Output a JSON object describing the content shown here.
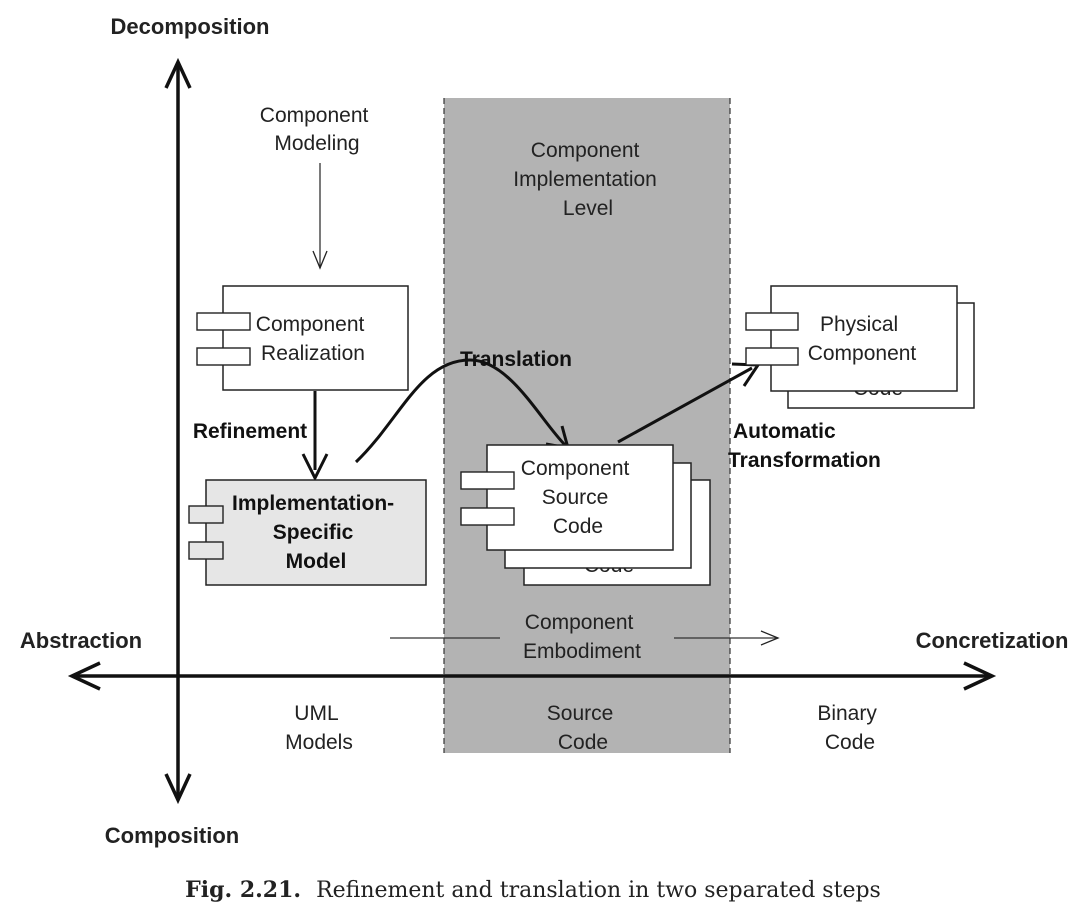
{
  "axes": {
    "top": "Decomposition",
    "bottom": "Composition",
    "left": "Abstraction",
    "right": "Concretization"
  },
  "column_labels": {
    "uml": [
      "UML",
      "Models"
    ],
    "source": [
      "Source",
      "Code"
    ],
    "binary": [
      "Binary",
      "Code"
    ]
  },
  "level_label": [
    "Component",
    "Implementation",
    "Level"
  ],
  "modeling_label": [
    "Component",
    "Modeling"
  ],
  "embodiment_label": [
    "Component",
    "Embodiment"
  ],
  "boxes": {
    "realization": [
      "Component",
      "Realization"
    ],
    "implementation_model": [
      "Implementation-",
      "Specific",
      "Model"
    ],
    "source_code": [
      "Component",
      "Source",
      "Code"
    ],
    "source_code_hidden": "Code",
    "physical": [
      "Physical",
      "Component"
    ],
    "physical_hidden": "Code"
  },
  "edge_labels": {
    "refinement": "Refinement",
    "translation": "Translation",
    "automatic": [
      "Automatic",
      "Transformation"
    ]
  },
  "caption": {
    "prefix": "Fig. 2.21.",
    "text": "Refinement and translation in two separated steps"
  },
  "colors": {
    "shaded_region": "#b3b3b3",
    "impl_box_fill": "#e6e6e6",
    "line": "#111111"
  }
}
